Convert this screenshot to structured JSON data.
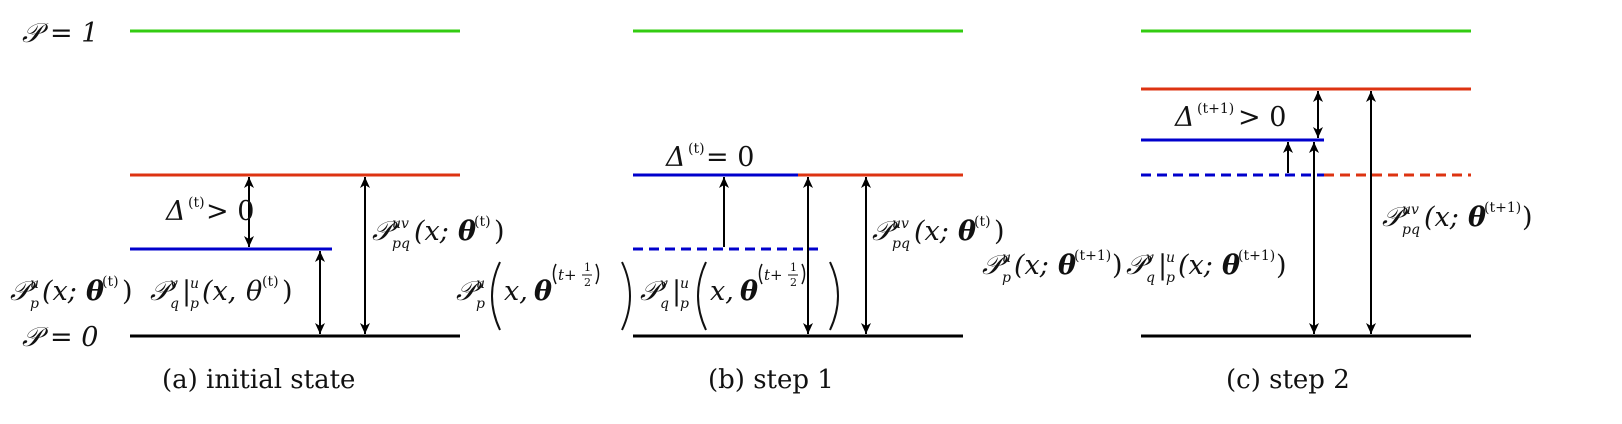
{
  "colors": {
    "green": "#33cc11",
    "red": "#dd3311",
    "blue": "#0000cc",
    "black": "#000000"
  },
  "labels": {
    "p_one": "𝒫 = 1",
    "p_zero": "𝒫 = 0",
    "p_sym": "𝒫",
    "p": "p",
    "q": "q",
    "u": "u",
    "v": "v",
    "uv": "uv",
    "pq": "pq",
    "x_theta_open": "(x; ",
    "x_theta_comma": "(x, ",
    "theta": "θ",
    "close": ")",
    "sup_t": "(t)",
    "sup_t1": "(t+1)",
    "sup_thalf": "t+",
    "half_num": "1",
    "half_den": "2",
    "delta": "Δ",
    "delta_gt0": " > 0",
    "delta_eq0": " = 0",
    "bar": "|"
  },
  "captions": {
    "a": "(a)  initial state",
    "b": "(b)  step 1",
    "c": "(c)  step 2"
  }
}
